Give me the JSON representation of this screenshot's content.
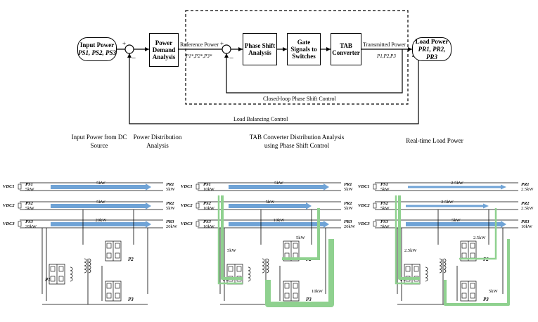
{
  "block_diagram": {
    "input_power": {
      "line1": "Input Power",
      "line2": "PS1, PS2, PS3"
    },
    "power_demand": "Power Demand Analysis",
    "reference_power": "Reference Power",
    "reference_vars": "P1*,P2*,P3*",
    "phase_shift": "Phase Shift Analysis",
    "gate_signals": "Gate Signals to Switches",
    "tab_converter": "TAB Converter",
    "transmitted_power": "Transmitted Power",
    "transmitted_vars": "P1,P2,P3",
    "load_power": {
      "line1": "Load Power",
      "line2": "PR1, PR2, PR3"
    },
    "closed_loop": "Closed-loop Phase Shift Control",
    "load_balancing": "Load Balancing Control",
    "plus": "+",
    "minus": "−"
  },
  "captions": {
    "input": "Input Power from DC Source",
    "distribution": "Power Distribution Analysis",
    "tab": "TAB Converter Distribution Analysis using Phase Shift Control",
    "realtime": "Real-time Load Power"
  },
  "circuits": [
    {
      "sources": [
        "5kW",
        "5kW",
        "20kW"
      ],
      "loads": [
        "5kW",
        "5kW",
        "20kW"
      ],
      "flows": [
        "5kW",
        "5kW",
        "20kW"
      ],
      "extra": [],
      "ports": [
        "P1",
        "P2",
        "P3"
      ]
    },
    {
      "sources": [
        "10kW",
        "10kW",
        "10kW"
      ],
      "loads": [
        "5kW",
        "5kW",
        "20kW"
      ],
      "flows": [
        "5kW",
        "5kW",
        "10kW"
      ],
      "extra": [
        "5kW",
        "5kW",
        "10kW"
      ],
      "ports": [
        "P1",
        "P2",
        "P3"
      ]
    },
    {
      "sources": [
        "5kW",
        "5kW",
        "5kW"
      ],
      "loads": [
        "2.5kW",
        "2.5kW",
        "10kW"
      ],
      "flows": [
        "2.5kW",
        "2.5kW",
        "5kW"
      ],
      "extra": [
        "2.5kW",
        "2.5kW",
        "5kW"
      ],
      "ports": [
        "P1",
        "P2",
        "P3"
      ]
    }
  ],
  "bus_labels": [
    "VDC1",
    "VDC2",
    "VDC3"
  ],
  "src_names": [
    "PS1",
    "PS2",
    "PS3"
  ],
  "load_names": [
    "PR1",
    "PR2",
    "PR3"
  ],
  "colors": {
    "blue": "#6fa3d6",
    "green": "#8fd18f"
  }
}
